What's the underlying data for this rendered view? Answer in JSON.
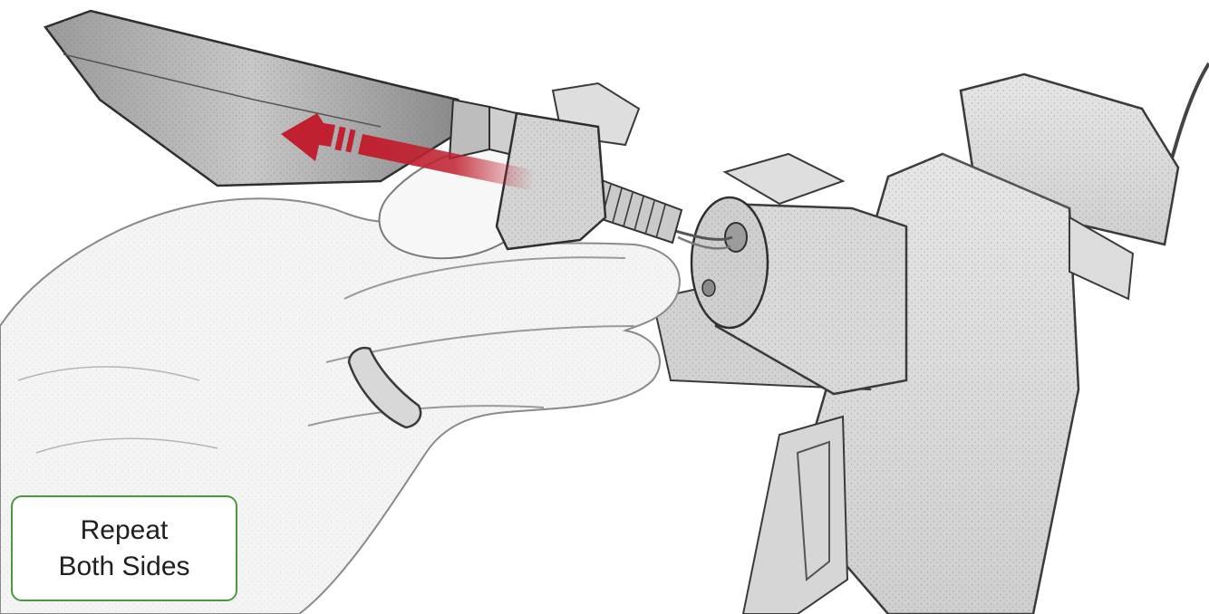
{
  "note": {
    "line1": "Repeat",
    "line2": "Both Sides",
    "border_color": "#4a9a3c"
  },
  "illustration": {
    "style": "pencil sketch",
    "subject": "hand removing turn signal from bracket",
    "arrow_color": "#c0202f",
    "arrow_direction": "up-left"
  }
}
